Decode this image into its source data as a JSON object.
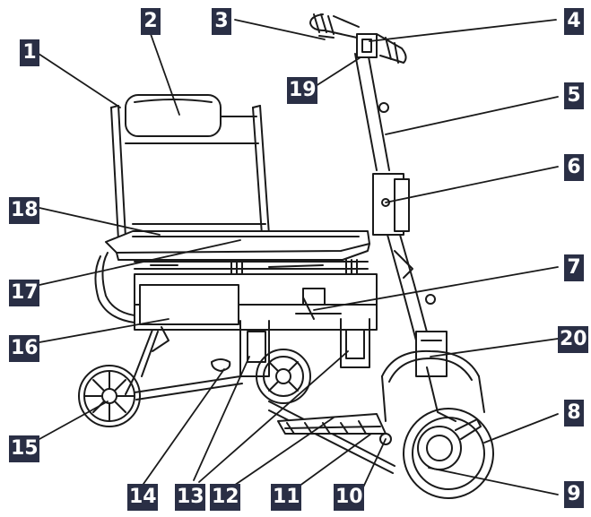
{
  "callouts": [
    {
      "number": "1"
    },
    {
      "number": "2"
    },
    {
      "number": "3"
    },
    {
      "number": "4"
    },
    {
      "number": "5"
    },
    {
      "number": "6"
    },
    {
      "number": "7"
    },
    {
      "number": "8"
    },
    {
      "number": "9"
    },
    {
      "number": "10"
    },
    {
      "number": "11"
    },
    {
      "number": "12"
    },
    {
      "number": "13"
    },
    {
      "number": "14"
    },
    {
      "number": "15"
    },
    {
      "number": "16"
    },
    {
      "number": "17"
    },
    {
      "number": "18"
    },
    {
      "number": "19"
    },
    {
      "number": "20"
    }
  ],
  "colors": {
    "label_background": "#2a2f45",
    "label_text": "#ffffff",
    "line_art": "#1a1a1a",
    "canvas": "#ffffff"
  }
}
